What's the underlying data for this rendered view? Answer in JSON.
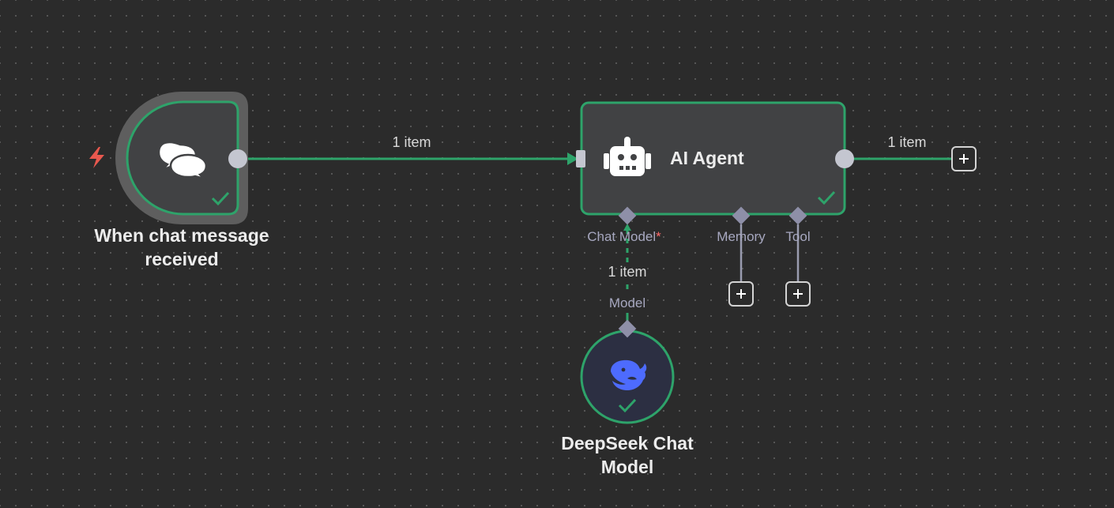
{
  "nodes": {
    "chat_trigger": {
      "title": "When chat message received",
      "icon": "chat-bubbles-icon",
      "status": "success"
    },
    "ai_agent": {
      "title": "AI Agent",
      "icon": "robot-icon",
      "status": "success",
      "ports": {
        "chat_model": "Chat Model",
        "chat_model_required": "*",
        "memory": "Memory",
        "tool": "Tool"
      }
    },
    "deepseek": {
      "title": "DeepSeek Chat Model",
      "icon": "deepseek-whale-icon",
      "status": "success",
      "port_label": "Model"
    }
  },
  "edges": {
    "trigger_to_agent": "1 item",
    "agent_output": "1 item",
    "model_to_agent": "1 item"
  },
  "colors": {
    "canvas_bg": "#2b2b2b",
    "node_bg": "#414244",
    "success_green": "#2ea36a",
    "handle_gray": "#c4c6d0",
    "port_diamond": "#8e8fa8",
    "trigger_bolt": "#e8584e",
    "deepseek_blue": "#4d6bfe",
    "deepseek_node_bg": "#2c2f42"
  }
}
